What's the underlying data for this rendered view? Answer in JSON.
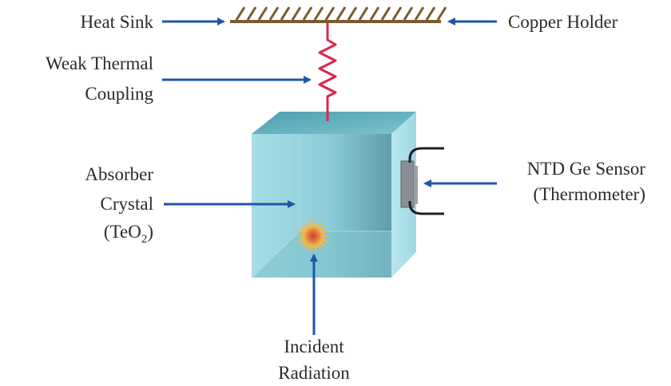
{
  "labels": {
    "heat_sink": "Heat Sink",
    "copper_holder": "Copper Holder",
    "weak_thermal_line1": "Weak Thermal",
    "weak_thermal_line2": "Coupling",
    "absorber_line1": "Absorber",
    "absorber_line2": "Crystal",
    "absorber_line3_prefix": "(TeO",
    "absorber_line3_sub": "2",
    "absorber_line3_suffix": ")",
    "sensor_line1": "NTD Ge Sensor",
    "sensor_line2": "(Thermometer)",
    "incident_line1": "Incident",
    "incident_line2": "Radiation"
  },
  "colors": {
    "arrow": "#1f56a8",
    "holder": "#7b5a2e",
    "spring": "#e0254a",
    "crystal_front": "#8fd2dd",
    "crystal_top": "#6fb8c5",
    "crystal_side": "#a9e0e8",
    "sensor": "#8a8f96",
    "text": "#2b2b2b"
  }
}
